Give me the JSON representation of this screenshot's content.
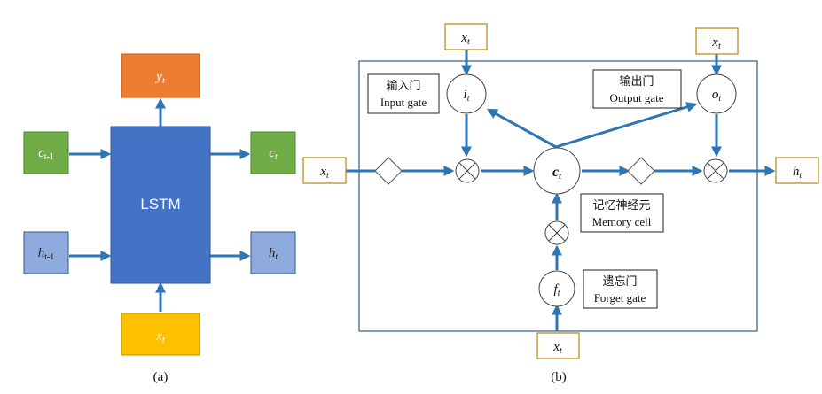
{
  "colors": {
    "arrow": "#2E75B6",
    "lstm_fill": "#4472C4",
    "lstm_stroke": "#2F5597",
    "output_fill": "#ED7D31",
    "cell_fill": "#70AD47",
    "hidden_fill": "#8FAADC",
    "input_fill": "#FFC000",
    "frame_stroke": "#2F5F8A",
    "input_box_stroke": "#B8860B"
  },
  "panel_a": {
    "caption": "(a)",
    "lstm_label": "LSTM",
    "y": {
      "base": "y",
      "sub": "t"
    },
    "c_prev": {
      "base": "c",
      "sub": "t-1"
    },
    "c_out": {
      "base": "c",
      "sub": "t"
    },
    "h_prev": {
      "base": "h",
      "sub": "t-1"
    },
    "h_out": {
      "base": "h",
      "sub": "t"
    },
    "x": {
      "base": "x",
      "sub": "t"
    }
  },
  "panel_b": {
    "caption": "(b)",
    "x_top_left": {
      "base": "x",
      "sub": "t"
    },
    "x_top_right": {
      "base": "x",
      "sub": "t"
    },
    "x_left": {
      "base": "x",
      "sub": "t"
    },
    "x_bottom": {
      "base": "x",
      "sub": "t"
    },
    "h_right": {
      "base": "h",
      "sub": "t"
    },
    "input_gate": {
      "base": "i",
      "sub": "t",
      "cn": "输入门",
      "en": "Input gate"
    },
    "output_gate": {
      "base": "o",
      "sub": "t",
      "cn": "输出门",
      "en": "Output gate"
    },
    "forget_gate": {
      "base": "f",
      "sub": "t",
      "cn": "遗忘门",
      "en": "Forget gate"
    },
    "memory_cell": {
      "base": "c",
      "sub": "t",
      "cn": "记忆神经元",
      "en": "Memory cell"
    }
  }
}
